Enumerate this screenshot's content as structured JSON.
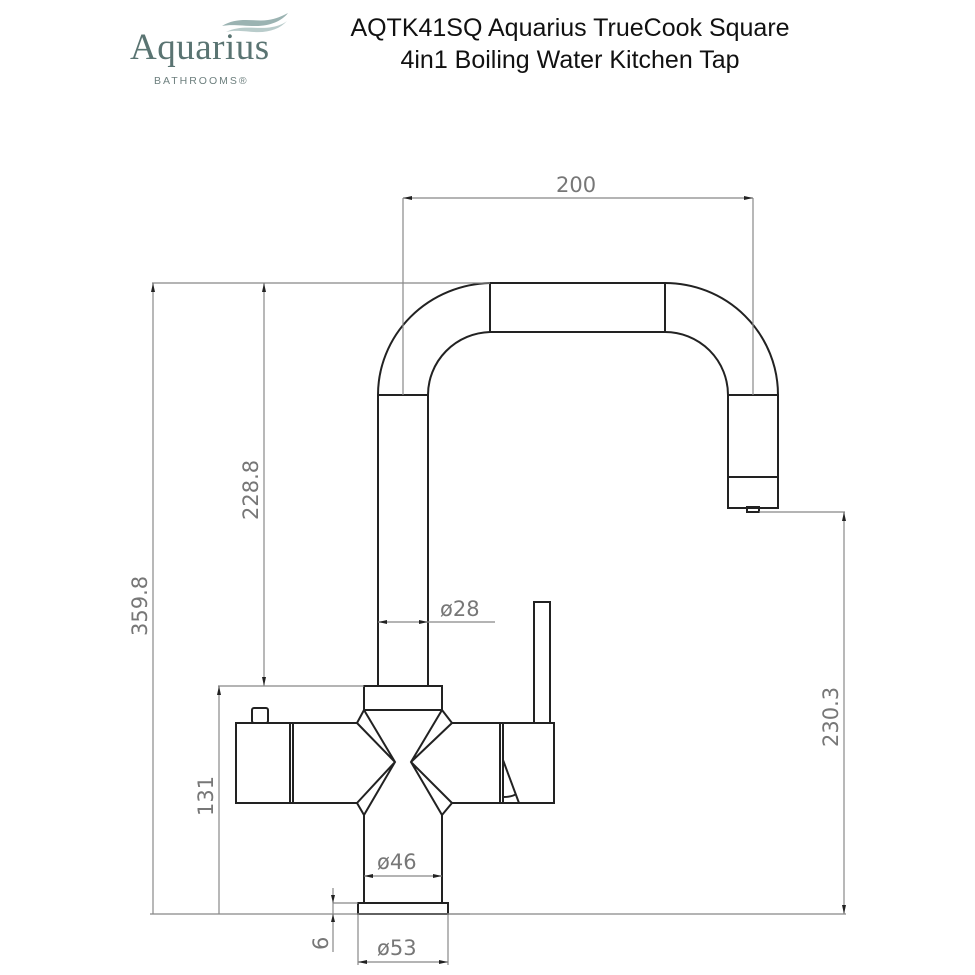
{
  "brand": {
    "name": "Aquarius",
    "subtitle": "BATHROOMS®",
    "logo_icon": "wave-icon",
    "color": "#5a7472"
  },
  "title": {
    "line1": "AQTK41SQ Aquarius TrueCook Square",
    "line2": "4in1 Boiling Water Kitchen Tap"
  },
  "drawing": {
    "type": "technical-drawing",
    "subject": "kitchen tap side elevation",
    "units": "mm",
    "dimensions": {
      "spout_reach": "200",
      "total_height": "359.8",
      "spout_height_above_body": "228.8",
      "outlet_height": "230.3",
      "body_height": "131",
      "spout_diameter": "ø28",
      "base_column_diameter": "ø46",
      "base_flange_diameter": "ø53",
      "flange_thickness": "6"
    }
  }
}
